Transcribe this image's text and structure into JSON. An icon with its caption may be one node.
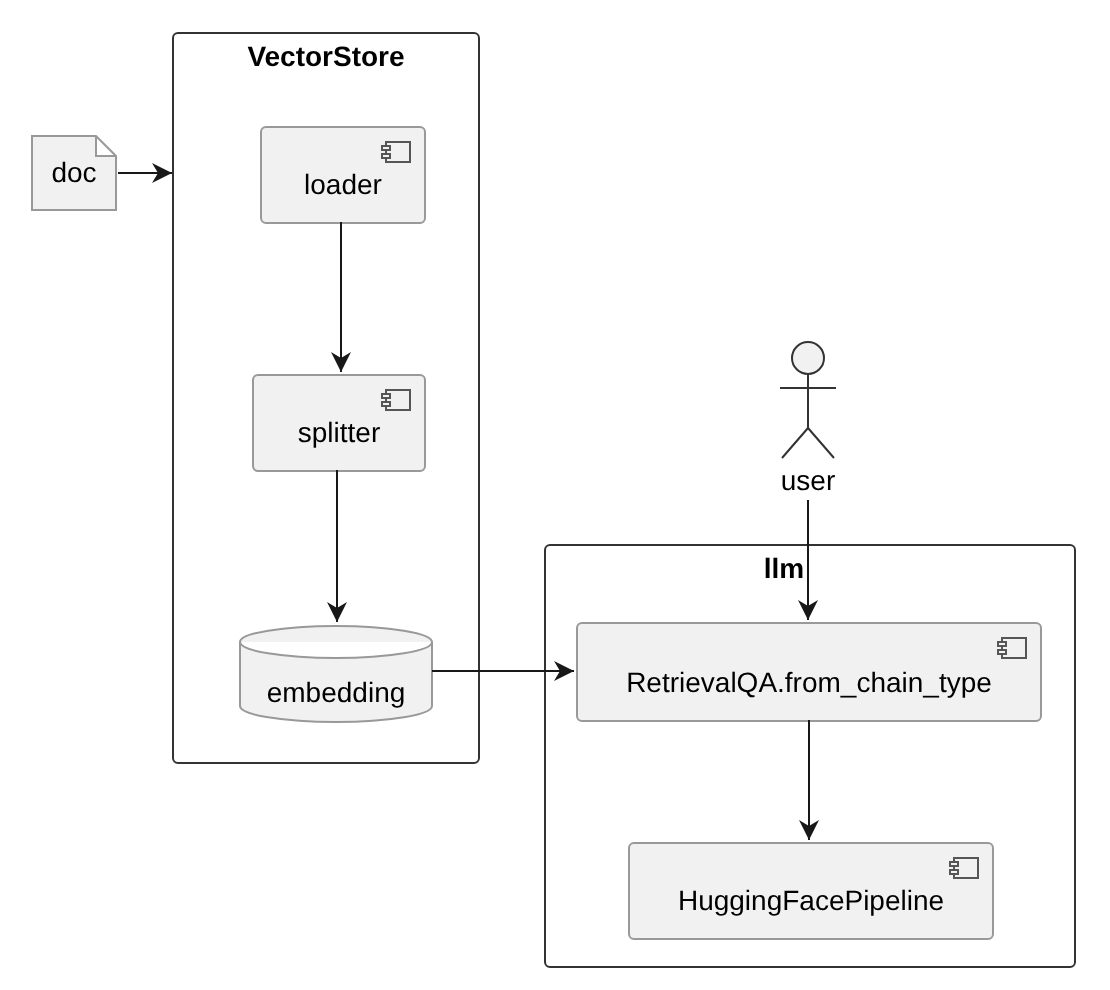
{
  "diagram": {
    "nodes": [
      {
        "text": [
          "VectorStore"
        ]
      },
      {
        "text": [
          "loader"
        ],
        "in": 0
      },
      {
        "text": [
          "splitter"
        ],
        "in": 0
      },
      {
        "text": [
          "embedding"
        ],
        "in": 0
      },
      {
        "text": [
          "doc"
        ]
      },
      {
        "text": [
          "user"
        ]
      },
      {
        "text": [
          "llm"
        ]
      },
      {
        "text": [
          "RetrievalQA.from_chain_type"
        ],
        "in": 6
      },
      {
        "text": [
          "HuggingFacePipeline"
        ],
        "in": 6
      }
    ],
    "edges": [
      {
        "from": 4,
        "to": 0,
        "arrow": "to"
      },
      {
        "from": 1,
        "to": 2,
        "arrow": "to"
      },
      {
        "from": 2,
        "to": 3,
        "arrow": "to"
      },
      {
        "from": 3,
        "to": 7,
        "arrow": "to"
      },
      {
        "from": 5,
        "to": 7,
        "arrow": "to"
      },
      {
        "from": 7,
        "to": 8,
        "arrow": "to"
      }
    ]
  }
}
